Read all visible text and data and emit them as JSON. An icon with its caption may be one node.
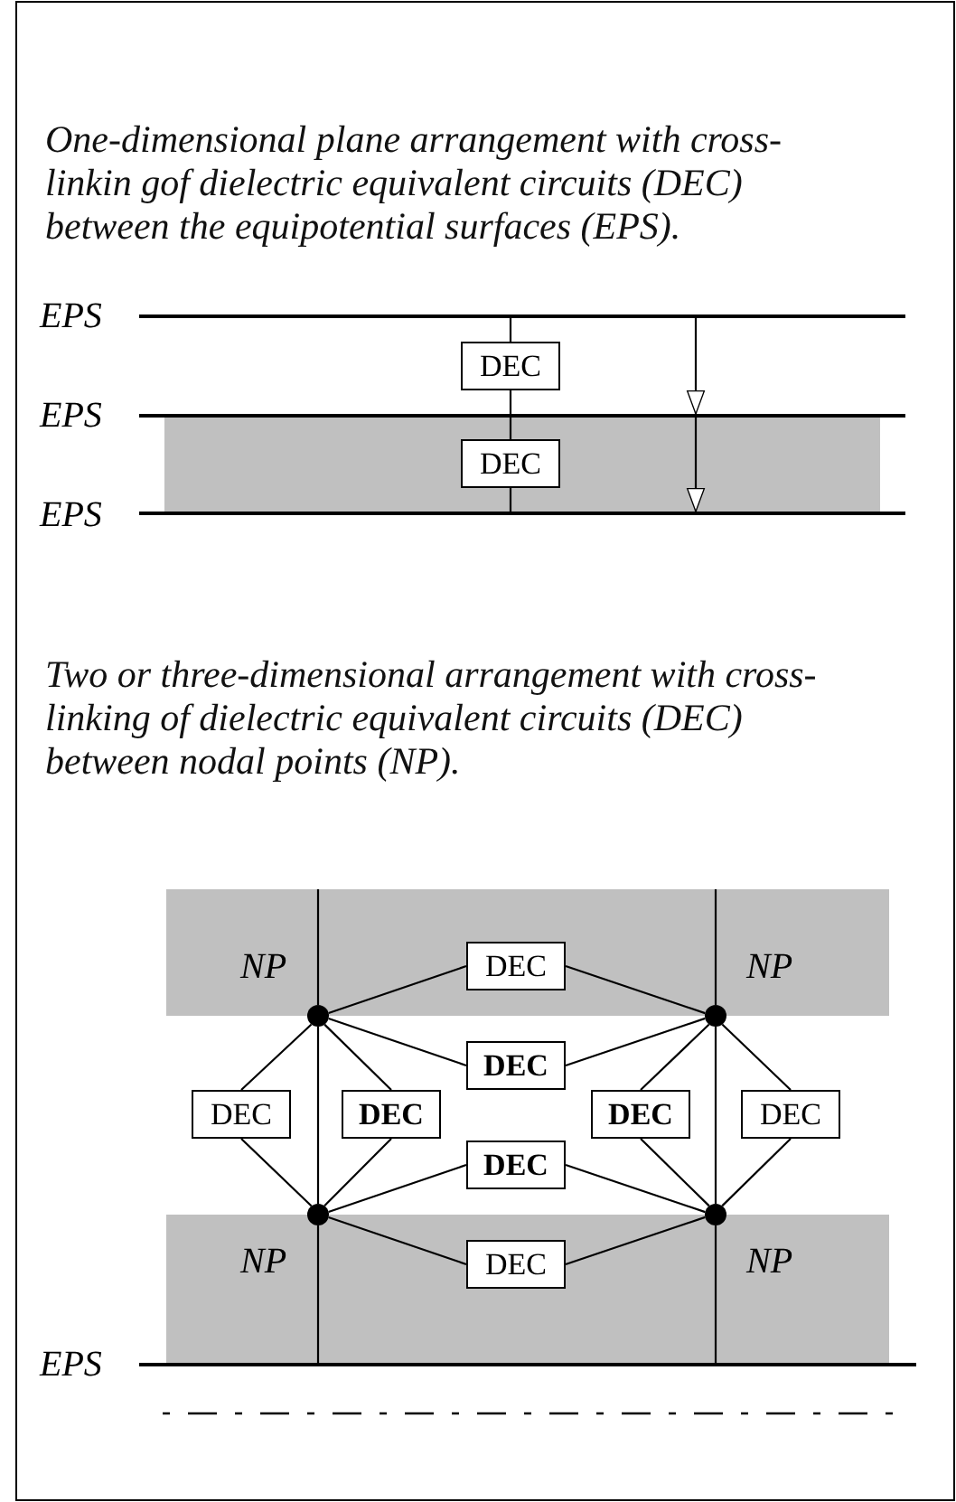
{
  "diagram": {
    "nodes": [
      {
        "text": [],
        "shape": "bar",
        "beside": [
          "EPS"
        ]
      },
      {
        "text": [
          "DEC"
        ]
      },
      {
        "text": [],
        "shape": "bar",
        "beside": [
          "EPS"
        ]
      },
      {
        "text": [
          "DEC"
        ]
      },
      {
        "text": [],
        "shape": "bar",
        "beside": [
          "EPS"
        ]
      },
      {
        "text": [],
        "shape": "circle"
      },
      {
        "text": [
          "DEC"
        ],
        "in": 18
      },
      {
        "text": [],
        "shape": "circle"
      },
      {
        "text": [
          "DEC"
        ]
      },
      {
        "text": [
          "DEC"
        ]
      },
      {
        "text": [
          "DEC"
        ]
      },
      {
        "text": [
          "DEC"
        ]
      },
      {
        "text": [
          "DEC"
        ]
      },
      {
        "text": [
          "DEC"
        ]
      },
      {
        "text": [],
        "shape": "circle"
      },
      {
        "text": [
          "DEC"
        ]
      },
      {
        "text": [],
        "shape": "circle"
      },
      {
        "text": [],
        "shape": "bar",
        "beside": [
          "EPS"
        ]
      },
      {
        "text": [],
        "shape": "box"
      }
    ],
    "edges": [
      {
        "from": 0,
        "to": 1,
        "arrow": "none"
      },
      {
        "from": 1,
        "to": 2,
        "arrow": "none"
      },
      {
        "from": 2,
        "to": 3,
        "arrow": "none"
      },
      {
        "from": 3,
        "to": 4,
        "arrow": "none"
      },
      {
        "from": 0,
        "to": 2,
        "arrow": "to"
      },
      {
        "from": 2,
        "to": 4,
        "arrow": "to"
      },
      {
        "from": 18,
        "to": 5,
        "arrow": "none"
      },
      {
        "from": 5,
        "to": 14,
        "arrow": "none"
      },
      {
        "from": 14,
        "to": 17,
        "arrow": "none"
      },
      {
        "from": 18,
        "to": 7,
        "arrow": "none"
      },
      {
        "from": 7,
        "to": 16,
        "arrow": "none"
      },
      {
        "from": 16,
        "to": 17,
        "arrow": "none"
      },
      {
        "from": 5,
        "to": 6,
        "arrow": "none"
      },
      {
        "from": 6,
        "to": 7,
        "arrow": "none"
      },
      {
        "from": 5,
        "to": 8,
        "arrow": "none"
      },
      {
        "from": 8,
        "to": 7,
        "arrow": "none"
      },
      {
        "from": 5,
        "to": 9,
        "arrow": "none"
      },
      {
        "from": 9,
        "to": 14,
        "arrow": "none"
      },
      {
        "from": 5,
        "to": 10,
        "arrow": "none"
      },
      {
        "from": 10,
        "to": 14,
        "arrow": "none"
      },
      {
        "from": 7,
        "to": 11,
        "arrow": "none"
      },
      {
        "from": 11,
        "to": 16,
        "arrow": "none"
      },
      {
        "from": 7,
        "to": 12,
        "arrow": "none"
      },
      {
        "from": 12,
        "to": 16,
        "arrow": "none"
      },
      {
        "from": 14,
        "to": 13,
        "arrow": "none"
      },
      {
        "from": 13,
        "to": 16,
        "arrow": "none"
      },
      {
        "from": 14,
        "to": 15,
        "arrow": "none"
      },
      {
        "from": 15,
        "to": 16,
        "arrow": "none"
      }
    ],
    "labels": [
      "One-dimensional plane arrangement with cross-linkin gof dielectric equivalent circuits (DEC) between the equipotential surfaces (EPS).",
      "Two or three-dimensional arrangement with cross-linking of dielectric equivalent circuits (DEC) between nodal points (NP).",
      "NP",
      "NP",
      "NP",
      "NP"
    ]
  }
}
